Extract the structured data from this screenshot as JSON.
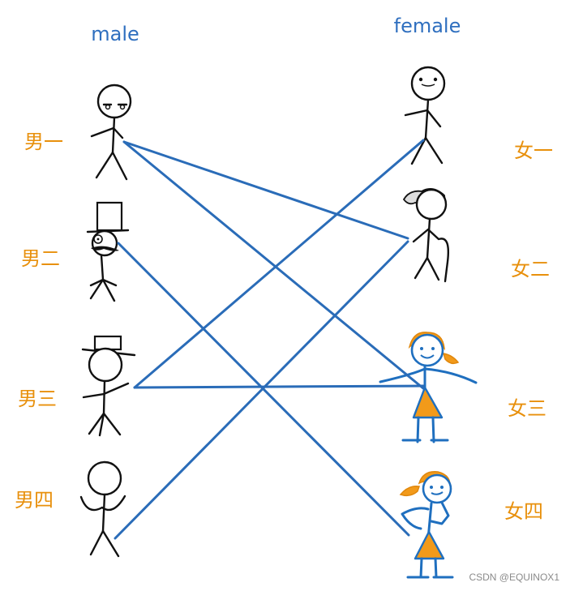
{
  "headers": {
    "male": "male",
    "female": "female"
  },
  "male_labels": [
    "男一",
    "男二",
    "男三",
    "男四"
  ],
  "female_labels": [
    "女一",
    "女二",
    "女三",
    "女四"
  ],
  "links": [
    {
      "from": "男一",
      "to": "女二"
    },
    {
      "from": "男一",
      "to": "女三"
    },
    {
      "from": "男二",
      "to": "女四"
    },
    {
      "from": "男三",
      "to": "女一"
    },
    {
      "from": "男三",
      "to": "女三"
    },
    {
      "from": "男四",
      "to": "女二"
    }
  ],
  "watermark": "CSDN @EQUINOX1",
  "colors": {
    "header": "#2f6fbf",
    "label": "#e8900c",
    "link": "#2a6cb8",
    "accent": "#f29a1a"
  }
}
